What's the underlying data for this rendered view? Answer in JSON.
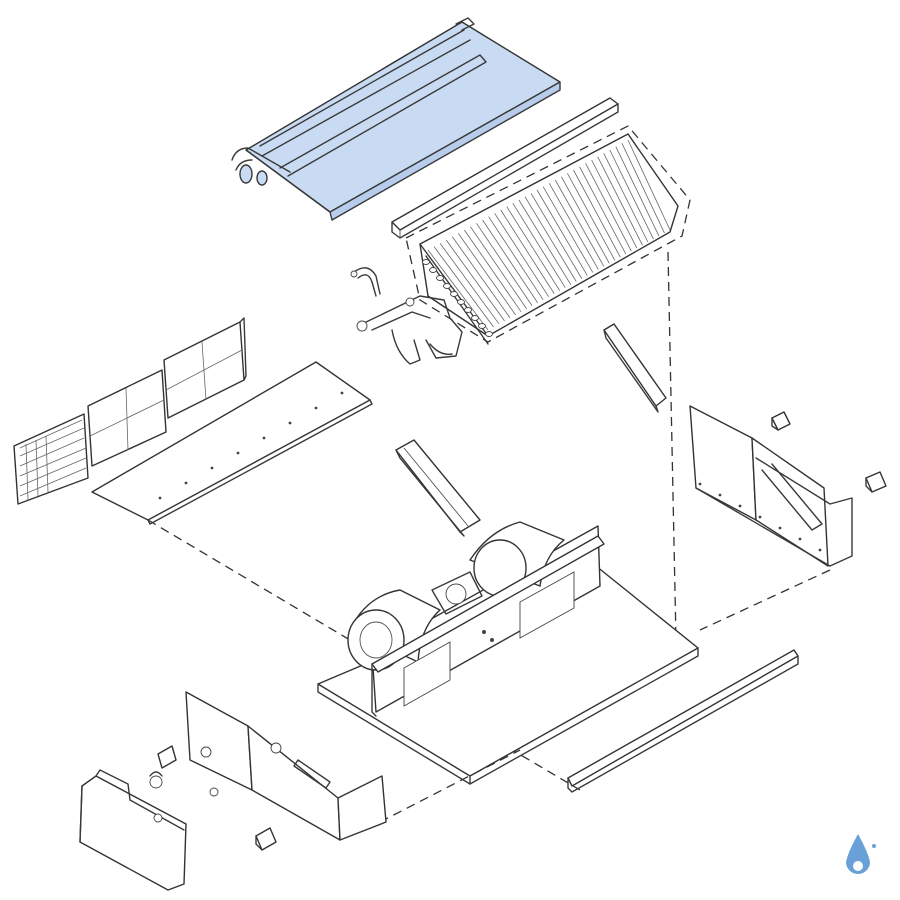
{
  "diagram": {
    "highlight_color": "#c9dbf3",
    "line_color": "#3a3a3a",
    "background": "#ffffff"
  },
  "parts": [
    {
      "id": "drain-pan",
      "highlighted": true
    },
    {
      "id": "top-strip"
    },
    {
      "id": "evaporator-coil"
    },
    {
      "id": "coil-bracket"
    },
    {
      "id": "copper-pipes"
    },
    {
      "id": "air-filter"
    },
    {
      "id": "top-panel"
    },
    {
      "id": "divider-plate"
    },
    {
      "id": "blower-assembly"
    },
    {
      "id": "base-plate"
    },
    {
      "id": "side-panel-right"
    },
    {
      "id": "mounting-brackets"
    },
    {
      "id": "front-rail"
    },
    {
      "id": "side-panel-left"
    },
    {
      "id": "control-box"
    }
  ],
  "logo": {
    "icon": "water-drop-logo",
    "color": "#6aa0d8"
  }
}
